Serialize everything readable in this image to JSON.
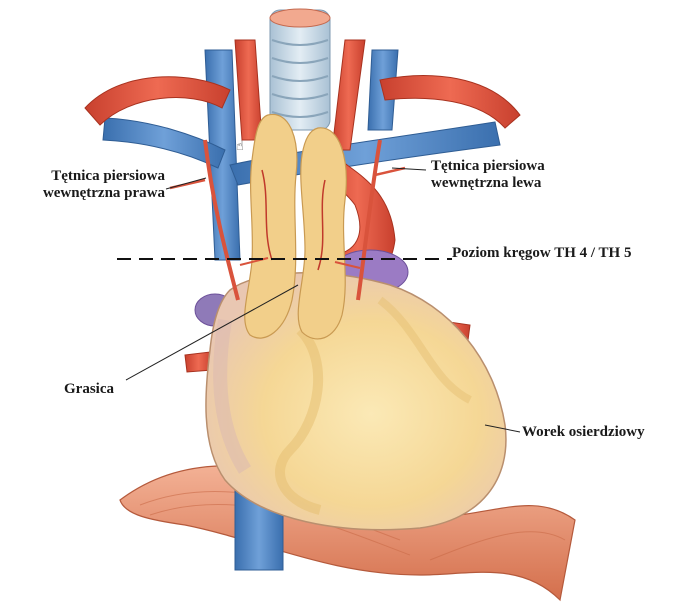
{
  "labels": {
    "right_internal_thoracic_line1": "Tętnica piersiowa",
    "right_internal_thoracic_line2": "wewnętrzna prawa",
    "left_internal_thoracic_line1": "Tętnica piersiowa",
    "left_internal_thoracic_line2": "wewnętrzna lewa",
    "vertebral_level": "Poziom kręgow TH 4 / TH 5",
    "thymus": "Grasica",
    "pericardium": "Worek osierdziowy"
  },
  "colors": {
    "artery": "#e0553f",
    "vein": "#4f86c6",
    "thymus": "#f2cf8a",
    "pericardium": "#f7e3a8",
    "diaphragm": "#e69572",
    "trachea": "#c9d9e6"
  }
}
